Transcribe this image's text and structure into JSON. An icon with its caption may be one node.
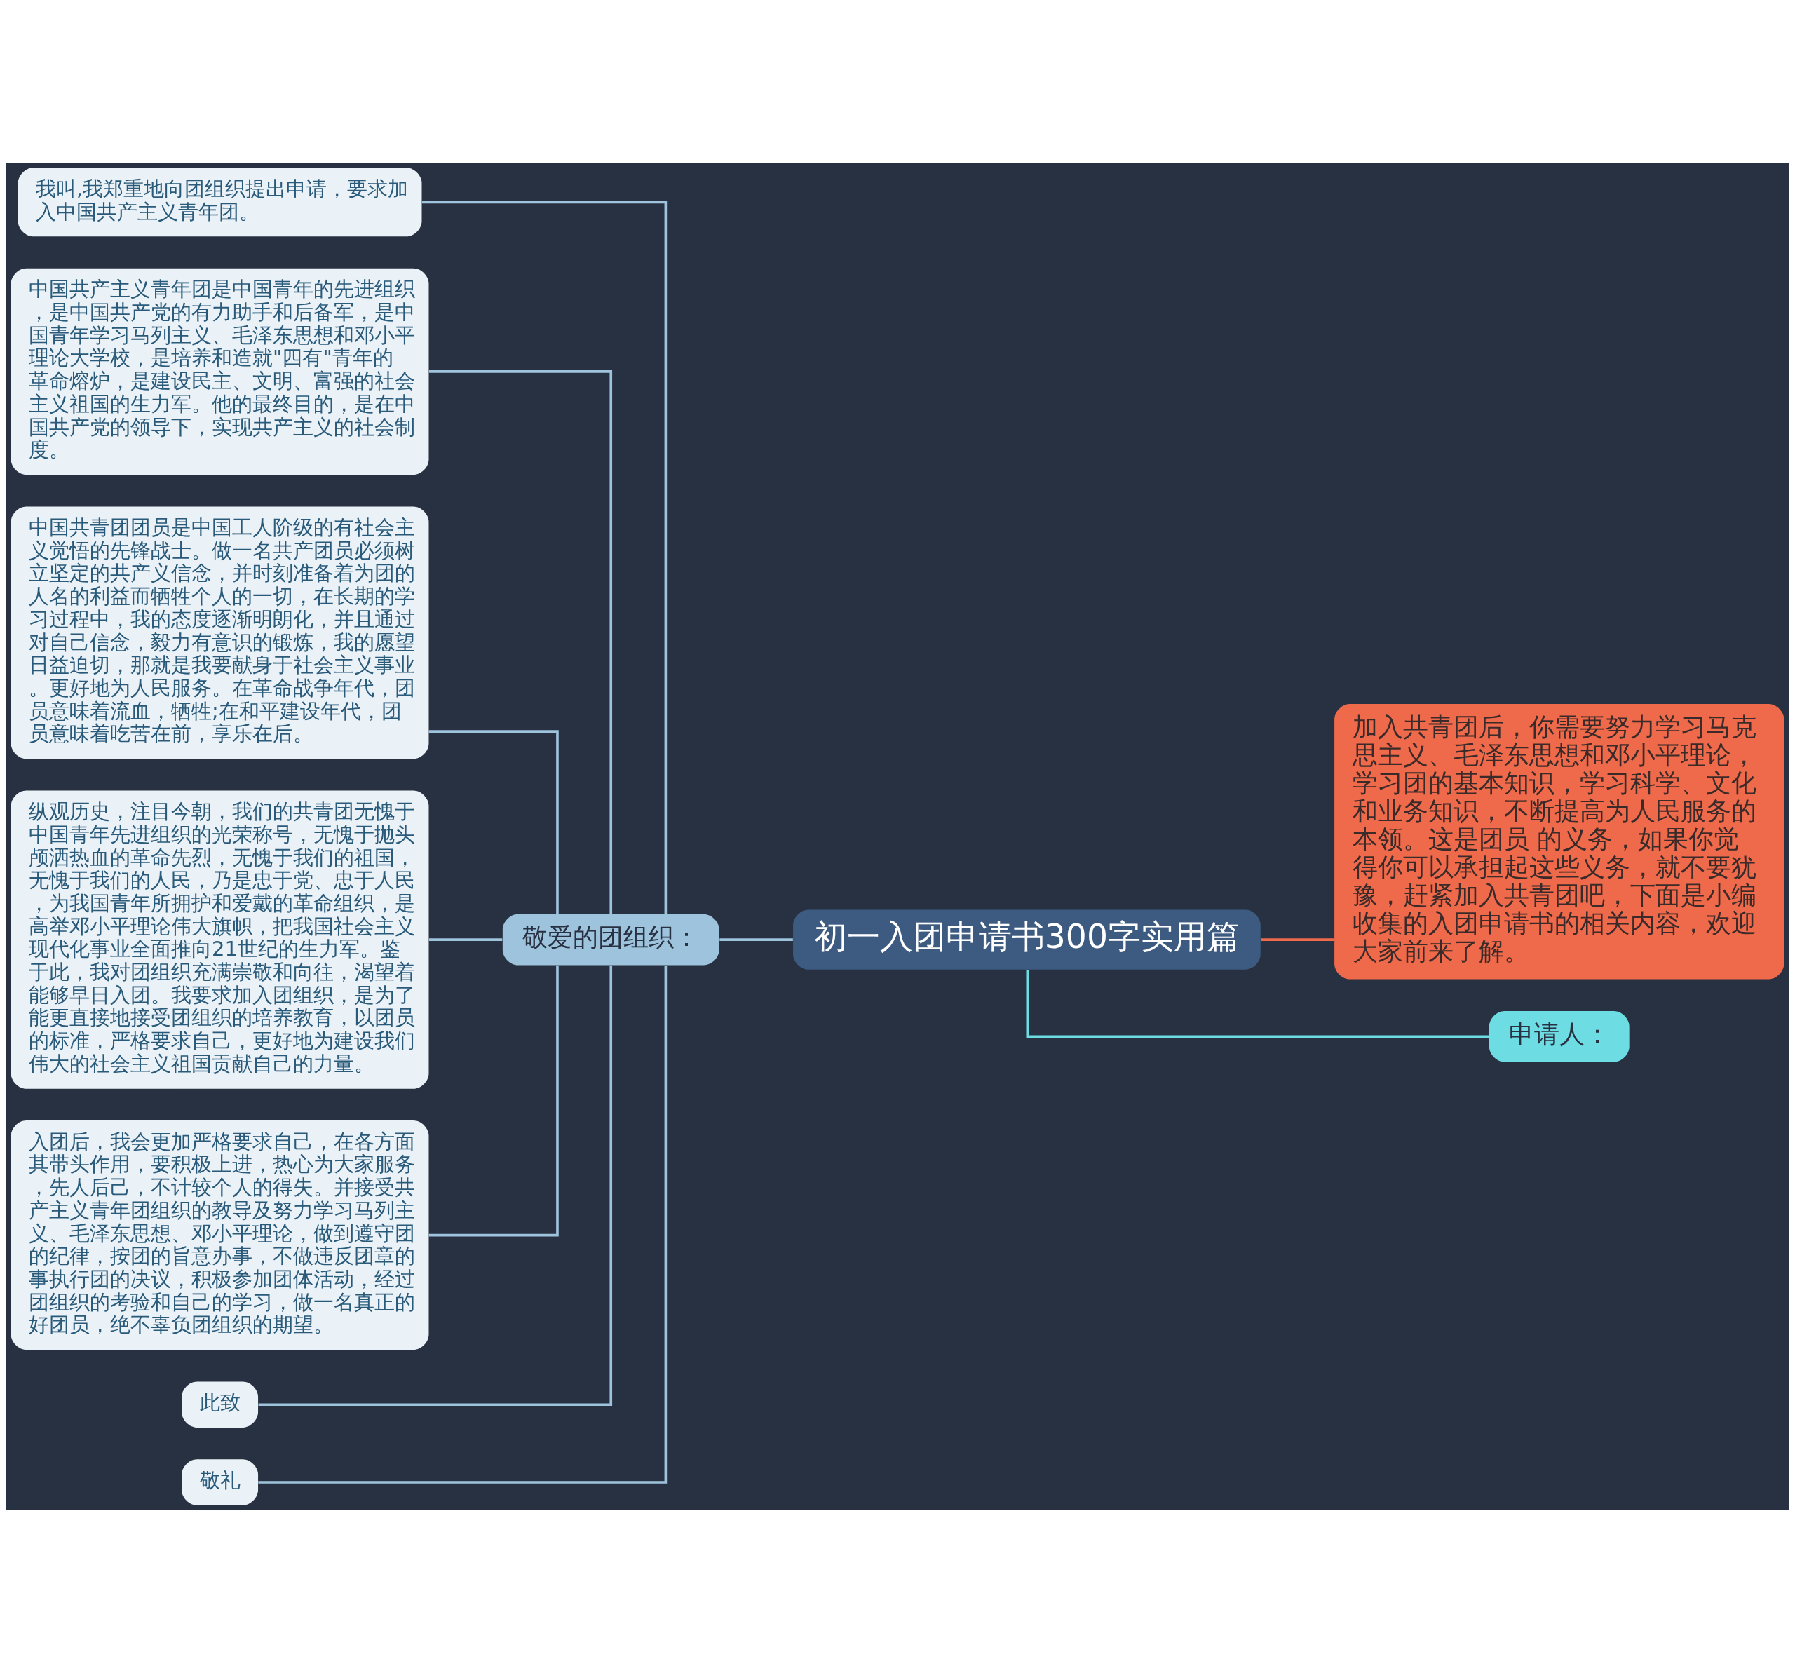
{
  "diagram": {
    "nodes": [
      {
        "text": [
          "初一入团申请书300字实用篇"
        ]
      },
      {
        "text": [
          "敬爱的团组织："
        ]
      },
      {
        "text": [
          "我叫,我郑重地向团组织提出申请，要求加入中国共产主义青年团。"
        ]
      },
      {
        "text": [
          "中国共产主义青年团是中国青年的先进组织，是中国共产党的有力助手和后备军，是中国青年学习马列主义、毛泽东思想和邓小平理论大学校，是培养和造就\"四有\"青年的革命熔炉，是建设民主、文明、富强的社会主义祖国的生力军。他的最终目的，是在中国共产党的领导下，实现共产主义的社会制度。"
        ]
      },
      {
        "text": [
          "中国共青团团员是中国工人阶级的有社会主义觉悟的先锋战士。做一名共产团员必须树立坚定的共产义信念，并时刻准备着为团的人名的利益而牺牲个人的一切，在长期的学习过程中，我的态度逐渐明朗化，并且通过对自己信念，毅力有意识的锻炼，我的愿望日益迫切，那就是我要献身于社会主义事业。更好地为人民服务。在革命战争年代，团员意味着流血，牺牲;在和平建设年代，团员意味着吃苦在前，享乐在后。"
        ]
      },
      {
        "text": [
          "纵观历史，注目今朝，我们的共青团无愧于中国青年先进组织的光荣称号，无愧于抛头颅洒热血的革命先烈，无愧于我们的祖国，无愧于我们的人民，乃是忠于党、忠于人民，为我国青年所拥护和爱戴的革命组织，是高举邓小平理论伟大旗帜，把我国社会主义现代化事业全面推向21世纪的生力军。鉴于此，我对团组织充满崇敬和向往，渴望着能够早日入团。我要求加入团组织，是为了能更直接地接受团组织的培养教育，以团员的标准，严格要求自己，更好地为建设我们伟大的社会主义祖国贡献自己的力量。"
        ]
      },
      {
        "text": [
          "入团后，我会更加严格要求自己，在各方面其带头作用，要积极上进，热心为大家服务，先人后己，不计较个人的得失。并接受共产主义青年团组织的教导及努力学习马列主义、毛泽东思想、邓小平理论，做到遵守团的纪律，按团的旨意办事，不做违反团章的事执行团的决议，积极参加团体活动，经过团组织的考验和自己的学习，做一名真正的好团员，绝不辜负团组织的期望。"
        ]
      },
      {
        "text": [
          "此致"
        ]
      },
      {
        "text": [
          "敬礼"
        ]
      },
      {
        "text": [
          "加入共青团后，你需要努力学习马克思主义、毛泽东思想和邓小平理论，学习团的基本知识，学习科学、文化和业务知识，不断提高为人民服务的本领。这是团员 的义务，如果你觉得你可以承担起这些义务，就不要犹豫，赶紧加入共青团吧，下面是小编收集的入团申请书的相关内容，欢迎大家前来了解。"
        ]
      },
      {
        "text": [
          "申请人："
        ]
      }
    ],
    "edges": [
      {
        "from": 0,
        "to": 1,
        "arrow": "none"
      },
      {
        "from": 1,
        "to": 2,
        "arrow": "none"
      },
      {
        "from": 1,
        "to": 3,
        "arrow": "none"
      },
      {
        "from": 1,
        "to": 4,
        "arrow": "none"
      },
      {
        "from": 1,
        "to": 5,
        "arrow": "none"
      },
      {
        "from": 1,
        "to": 6,
        "arrow": "none"
      },
      {
        "from": 1,
        "to": 7,
        "arrow": "none"
      },
      {
        "from": 1,
        "to": 8,
        "arrow": "none"
      },
      {
        "from": 0,
        "to": 9,
        "arrow": "none",
        "color": "#ee6a4a"
      },
      {
        "from": 0,
        "to": 10,
        "arrow": "none",
        "color": "#6ddde3"
      }
    ]
  }
}
